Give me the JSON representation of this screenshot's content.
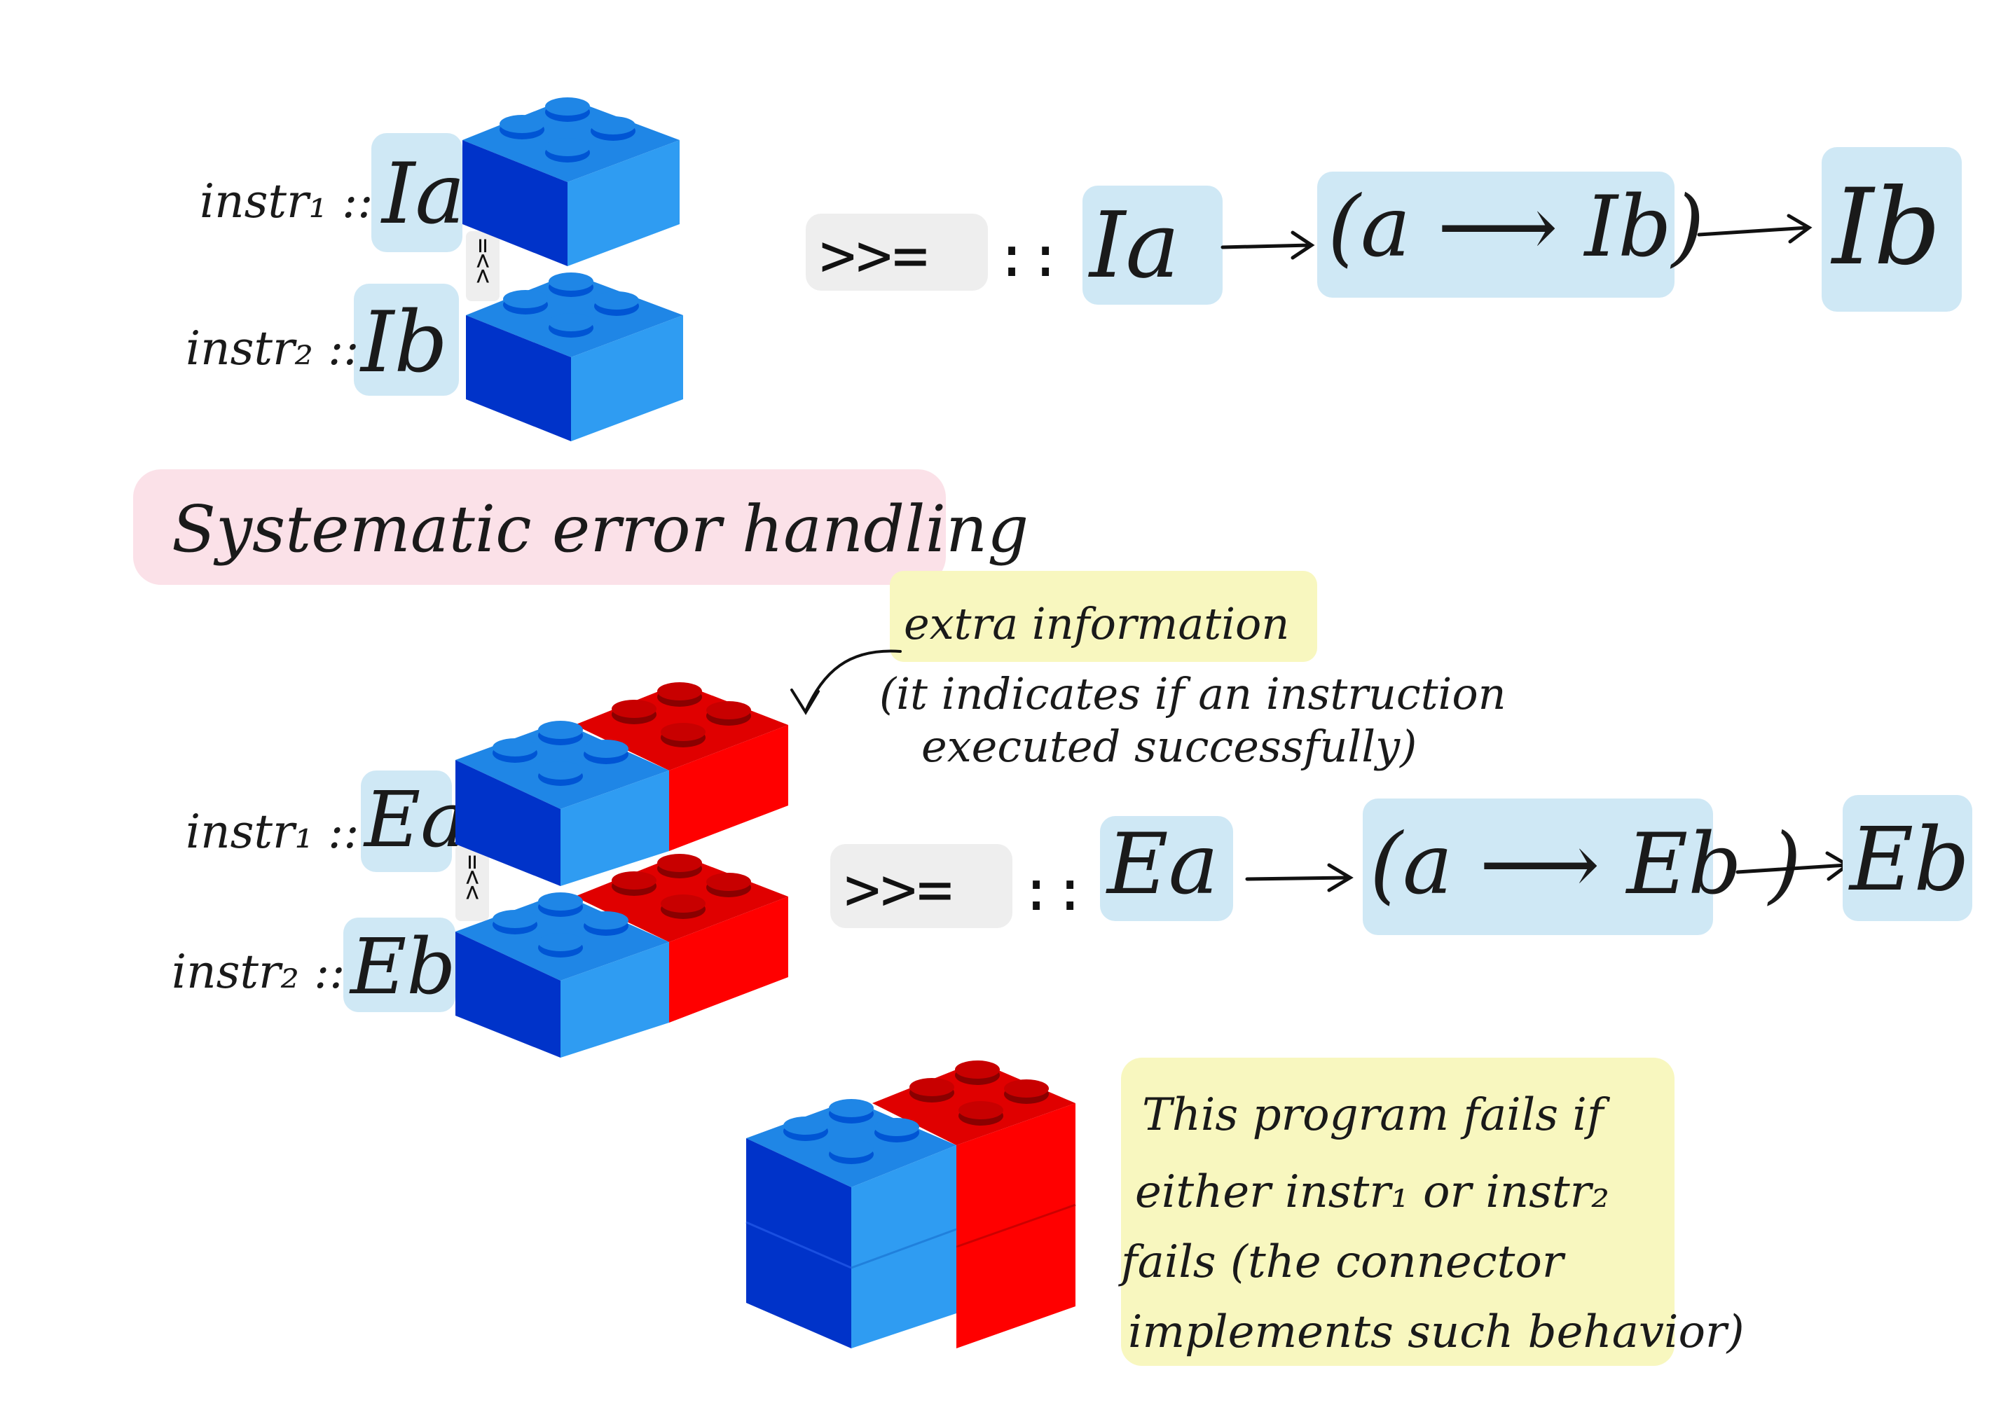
{
  "section1": {
    "instr1_label": "instr₁ ::",
    "instr1_type": "Ia",
    "instr2_label": "instr₂ ::",
    "instr2_type": "Ib",
    "connector": "=<<",
    "bind_op": ">>=",
    "colons": "::",
    "sig_arg1": "Ia",
    "sig_fn": "(a ⟶ Ib)",
    "sig_result": "Ib"
  },
  "heading": "Systematic error handling",
  "note_extra": {
    "title": "extra information",
    "line1": "(it indicates if an instruction",
    "line2": "executed successfully)"
  },
  "section2": {
    "instr1_label": "instr₁ ::",
    "instr1_type": "Ea",
    "instr2_label": "instr₂ ::",
    "instr2_type": "Eb",
    "connector": "=<<",
    "bind_op": ">>=",
    "colons": "::",
    "sig_arg1": "Ea",
    "sig_fn": "(a ⟶ Eb )",
    "sig_result": "Eb"
  },
  "note_program": {
    "line1": "This program fails if",
    "line2": "either instr₁ or instr₂",
    "line3": "fails (the connector",
    "line4": "implements such behavior)"
  },
  "colors": {
    "lego_blue_top": "#1f86e6",
    "lego_blue_front": "#2f9cf2",
    "lego_blue_side": "#0033c9",
    "lego_red_top": "#e00000",
    "lego_red_front": "#ff0000",
    "lego_red_stud": "#8a0000",
    "highlight_blue": "#cfe8f5",
    "highlight_pink": "#fbe1e8",
    "highlight_yellow": "#f8f7bf",
    "highlight_grey": "#eeeeee"
  }
}
